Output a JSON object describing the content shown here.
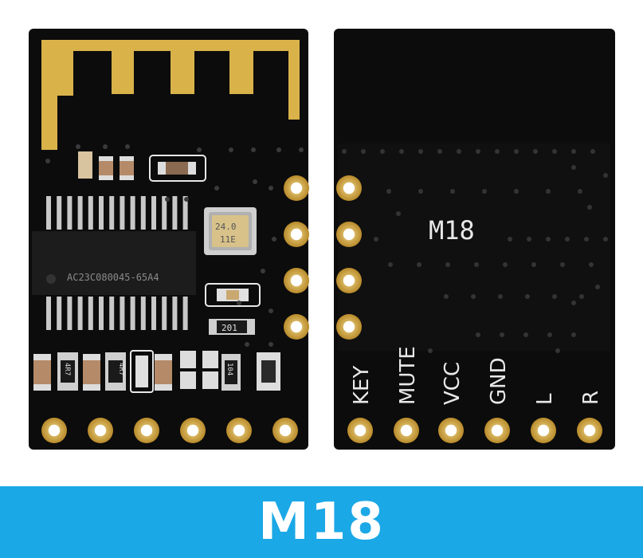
{
  "banner": {
    "title": "M18"
  },
  "front": {
    "chip_marking": "AC23C080045-65A4",
    "crystal_marking_1": "24.0",
    "crystal_marking_2": "11E",
    "resistor_label_1": "201",
    "resistor_label_2": "4R7",
    "resistor_label_3": "4R7",
    "resistor_label_4": "104"
  },
  "back": {
    "model_label": "M18",
    "pins": [
      "KEY",
      "MUTE",
      "VCC",
      "GND",
      "L",
      "R"
    ]
  },
  "colors": {
    "board": "#0c0c0c",
    "gold": "#d9b24a",
    "banner": "#1ba8e6",
    "silk": "#e8e8e8"
  }
}
